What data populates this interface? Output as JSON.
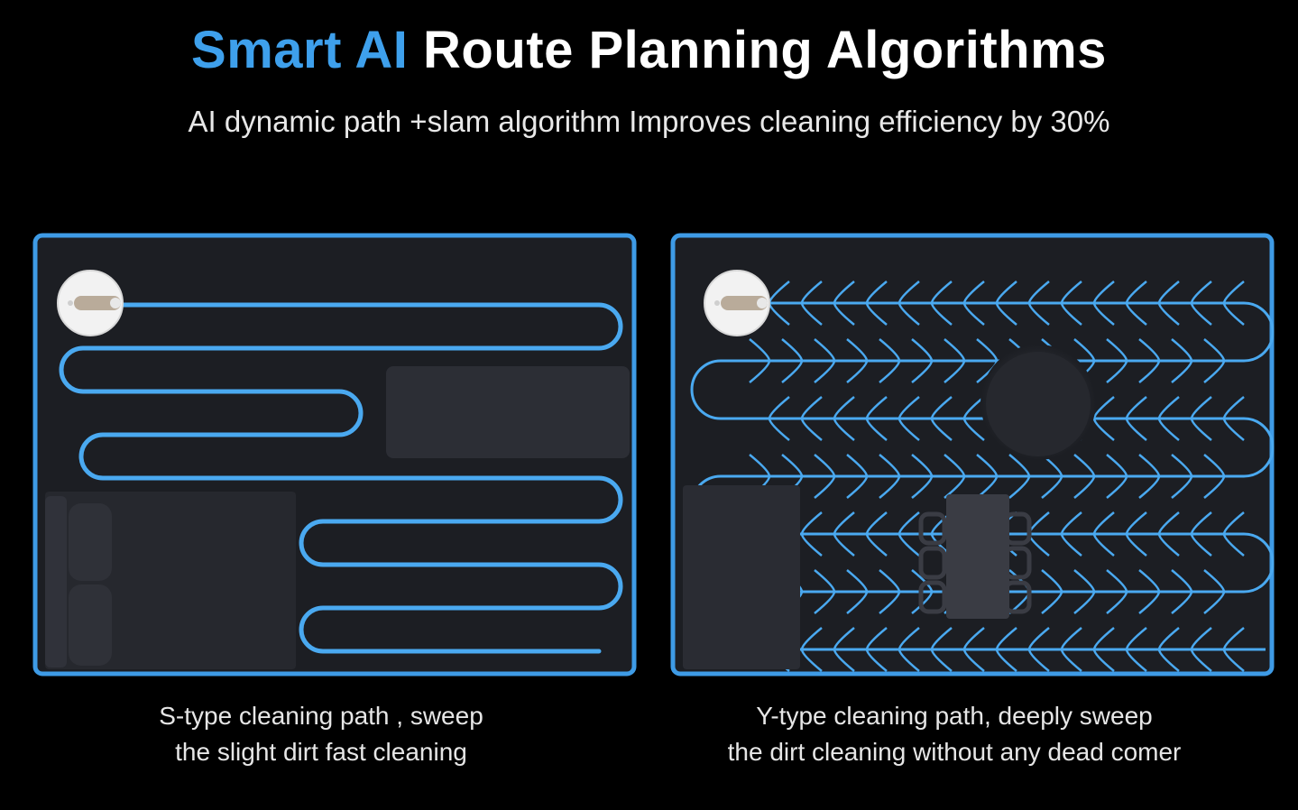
{
  "header": {
    "title_accent": "Smart AI",
    "title_rest": "Route Planning Algorithms",
    "subtitle": "AI dynamic path +slam algorithm Improves cleaning efficiency by 30%"
  },
  "panels": [
    {
      "caption_line1": "S-type cleaning path , sweep",
      "caption_line2": "the slight dirt fast cleaning"
    },
    {
      "caption_line1": "Y-type cleaning path, deeply sweep",
      "caption_line2": "the dirt cleaning without any dead comer"
    }
  ],
  "colors": {
    "accent": "#3ea0ec",
    "background": "#000000",
    "room_floor": "#1c1e23",
    "furniture": "#2c2e35",
    "path": "#4aa9f0"
  }
}
